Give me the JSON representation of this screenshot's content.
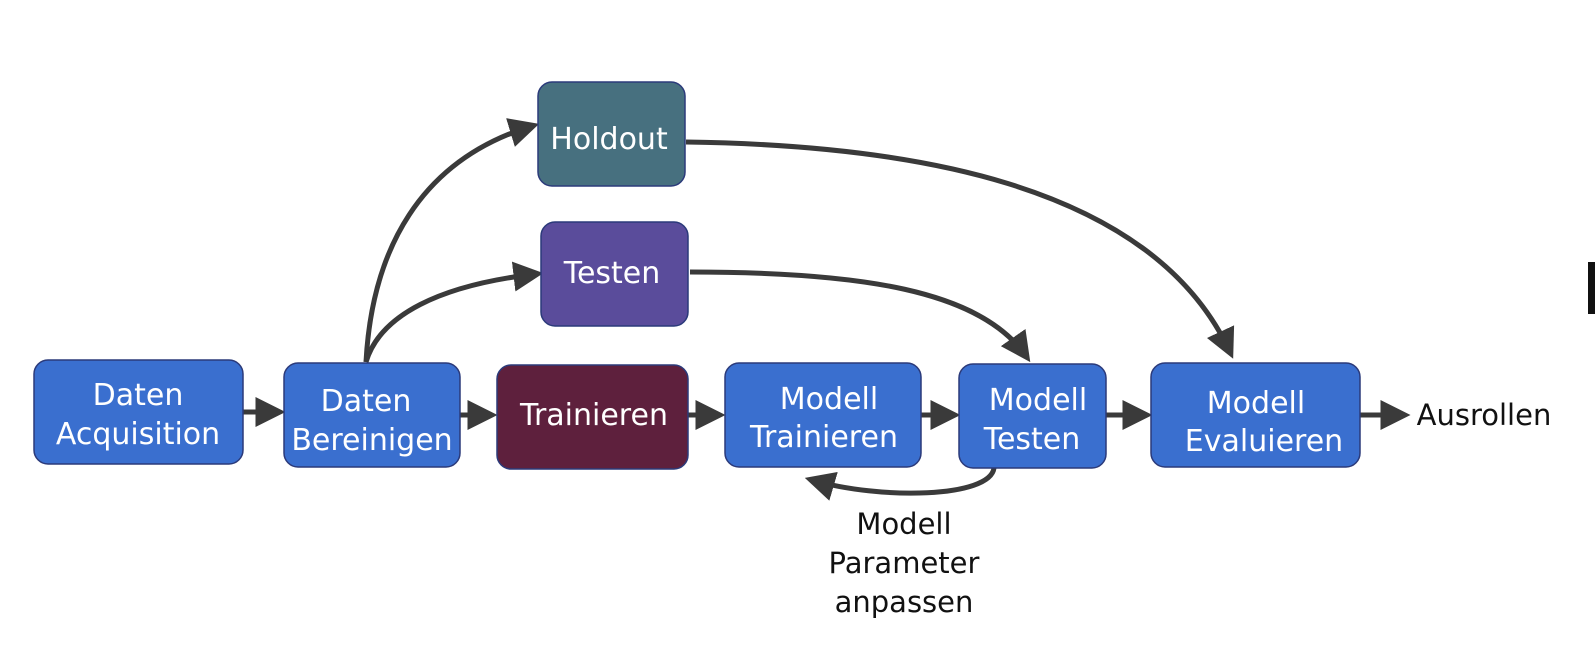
{
  "nodes": {
    "daten_acquisition": {
      "line1": "Daten",
      "line2": "Acquisition",
      "color": "#3a6fcf"
    },
    "daten_bereinigen": {
      "line1": "Daten",
      "line2": "Bereinigen",
      "color": "#3a6fcf"
    },
    "holdout": {
      "label": "Holdout",
      "color": "#47707f"
    },
    "testen": {
      "label": "Testen",
      "color": "#5a4c9b"
    },
    "trainieren": {
      "label": "Trainieren",
      "color": "#5e203d"
    },
    "modell_trainieren": {
      "line1": "Modell",
      "line2": "Trainieren",
      "color": "#3a6fcf"
    },
    "modell_testen": {
      "line1": "Modell",
      "line2": "Testen",
      "color": "#3a6fcf"
    },
    "modell_evaluieren": {
      "line1": "Modell",
      "line2": "Evaluieren",
      "color": "#3a6fcf"
    }
  },
  "labels": {
    "ausrollen": "Ausrollen",
    "feedback_line1": "Modell",
    "feedback_line2": "Parameter",
    "feedback_line3": "anpassen"
  },
  "colors": {
    "arrow": "#3a3a3a",
    "node_border": "#2b3a7a",
    "background": "#ffffff"
  }
}
